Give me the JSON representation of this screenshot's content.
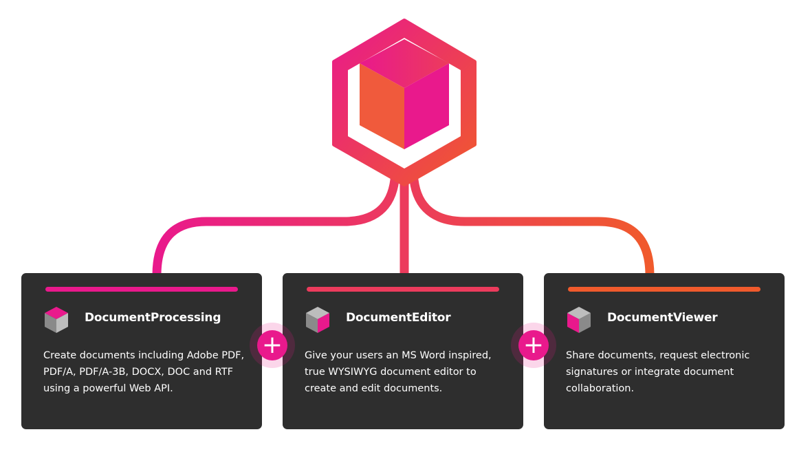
{
  "colors": {
    "pink": "#e9198c",
    "red": "#ec3b5c",
    "orange": "#f05a2c",
    "card_background": "#2e2e2e",
    "text": "#ffffff"
  },
  "hub": {
    "icon": "cube-icon"
  },
  "cards": [
    {
      "title": "DocumentProcessing",
      "description": "Create documents including Adobe PDF, PDF/A, PDF/A-3B, DOCX, DOC and RTF using a powerful Web API.",
      "accent": "#e9198c",
      "icon": "cube-icon"
    },
    {
      "title": "DocumentEditor",
      "description": "Give your users an MS Word inspired, true WYSIWYG document editor to create and edit documents.",
      "accent": "#ec3b5c",
      "icon": "cube-icon"
    },
    {
      "title": "DocumentViewer",
      "description": "Share documents, request electronic signatures or integrate document collaboration.",
      "accent": "#f05a2c",
      "icon": "cube-icon"
    }
  ],
  "connectors": {
    "symbol": "+",
    "icon": "plus-icon"
  }
}
